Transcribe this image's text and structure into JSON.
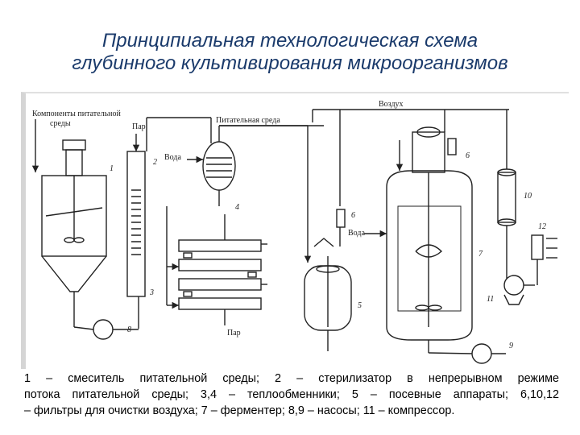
{
  "title": {
    "line1": "Принципиальная технологическая схема",
    "line2": "глубинного культивирования микроорганизмов"
  },
  "labels": {
    "components": "Компоненты питательной",
    "components2": "среды",
    "steam_top": "Пар",
    "water_top": "Вода",
    "nutrient_medium": "Питательная среда",
    "air": "Воздух",
    "water_mid": "Вода",
    "steam_bottom": "Пар"
  },
  "numbers": [
    "1",
    "2",
    "3",
    "4",
    "5",
    "6",
    "6",
    "7",
    "8",
    "9",
    "10",
    "11",
    "12"
  ],
  "caption": {
    "line1": "1 – смеситель питательной среды; 2 – стерилизатор в непрерывном режиме",
    "line2": "потока питательной среды; 3,4 – теплообменники; 5 – посевные аппараты; 6,10,12",
    "line3": "– фильтры для очистки воздуха; 7 – ферментер;  8,9 – насосы; 11 – компрессор."
  }
}
